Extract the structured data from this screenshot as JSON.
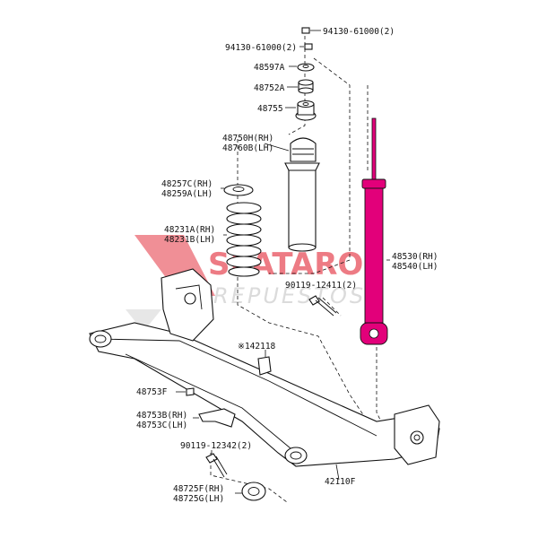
{
  "labels": {
    "nut_top_right": "94130-61000(2)",
    "nut_top_left": "94130-61000(2)",
    "washer": "48597A",
    "cushion_upper": "48752A",
    "cushion_lower": "48755",
    "bumper_rh": "48750H(RH)",
    "bumper_lh": "48760B(LH)",
    "spring_insulator_rh": "48257C(RH)",
    "spring_insulator_lh": "48259A(LH)",
    "coil_spring_rh": "48231A(RH)",
    "coil_spring_lh": "48231B(LH)",
    "absorber_rh": "48530(RH)",
    "absorber_lh": "48540(LH)",
    "bolt_upper": "90119-12411(2)",
    "bracket": "※142118",
    "clip": "48753F",
    "bracket_rh": "48753B(RH)",
    "bracket_lh": "48753C(LH)",
    "bolt_lower": "90119-12342(2)",
    "bushing_rh": "48725F(RH)",
    "bushing_lh": "48725G(LH)",
    "axle_beam": "42110F"
  },
  "watermark": {
    "brand": "SEATARO",
    "sub": "REPUESTOS",
    "color": "#e8505b"
  },
  "colors": {
    "highlight": "#e2007a",
    "line": "#111111"
  }
}
